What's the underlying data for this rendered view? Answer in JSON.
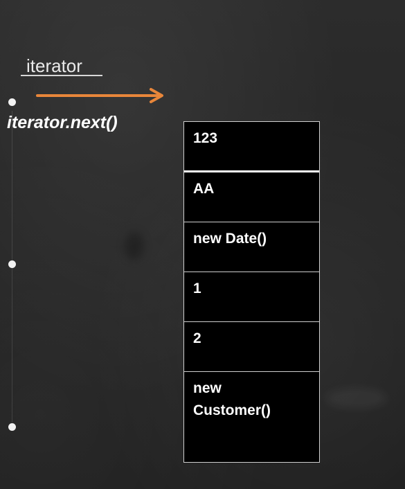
{
  "iterator_label": "iterator",
  "next_call": "iterator.next()",
  "colors": {
    "arrow": "#e8863a",
    "background": "#262626",
    "cell_fill": "#000000",
    "text": "#ffffff"
  },
  "collection": {
    "items": [
      {
        "line1": "123",
        "line2": ""
      },
      {
        "line1": "AA",
        "line2": ""
      },
      {
        "line1": "new Date()",
        "line2": ""
      },
      {
        "line1": "1",
        "line2": ""
      },
      {
        "line1": "2",
        "line2": ""
      },
      {
        "line1": "new",
        "line2": "Customer()"
      }
    ]
  }
}
